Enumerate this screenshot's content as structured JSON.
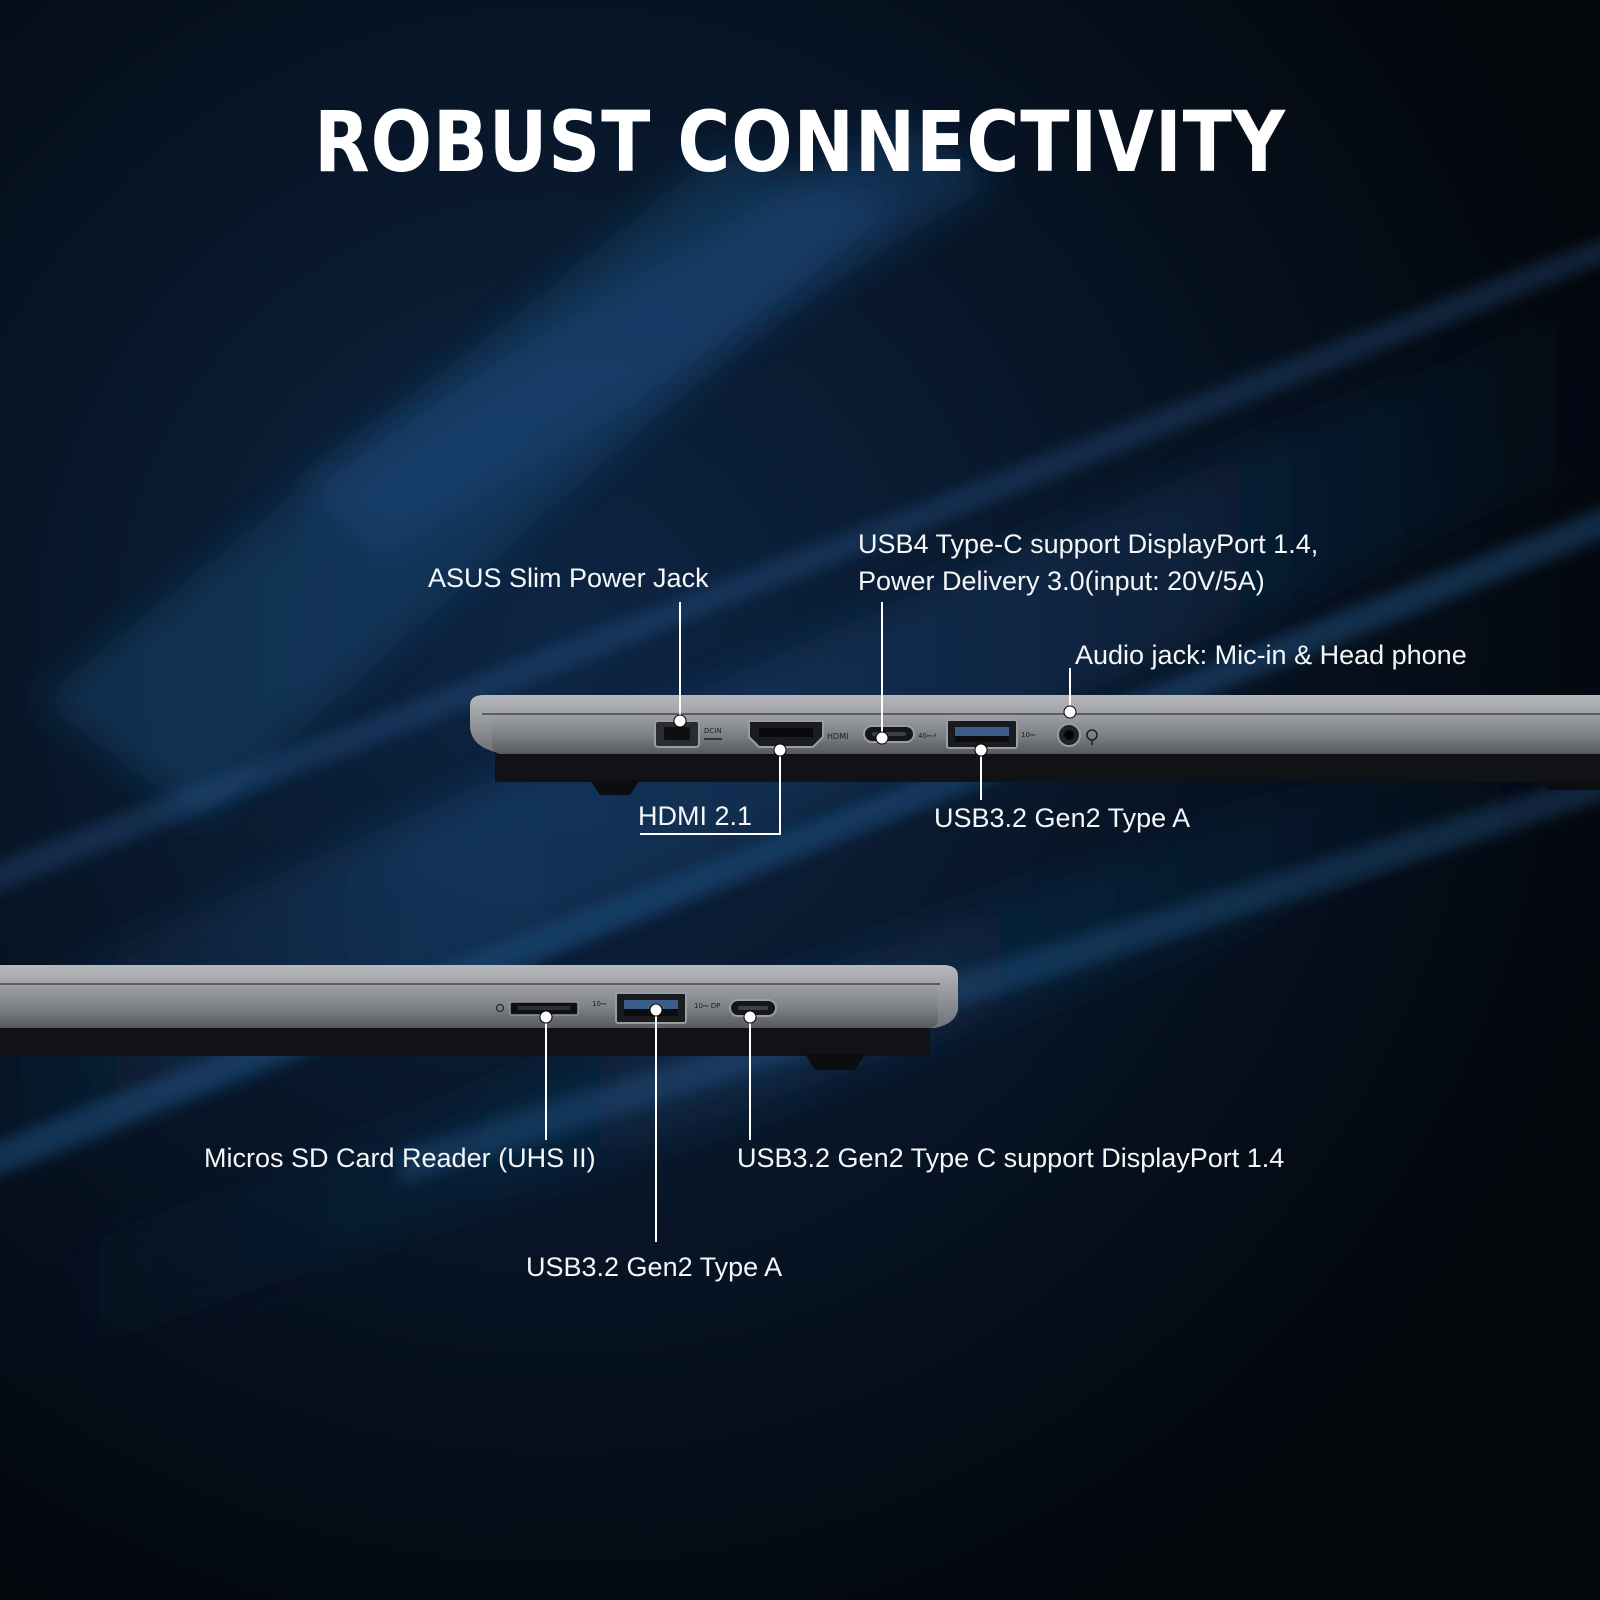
{
  "title": "ROBUST CONNECTIVITY",
  "colors": {
    "background": "#03060b",
    "streak_blue": "#1b4a78",
    "laptop_gray": "#8a8d92",
    "text": "#ffffff"
  },
  "top_side": {
    "ports": [
      {
        "name": "dc-power-port",
        "icon": "dc-in-icon",
        "marking": "DCIN"
      },
      {
        "name": "hdmi-port",
        "icon": "hdmi-icon",
        "marking": "HDMI"
      },
      {
        "name": "usb4-type-c-port",
        "icon": "usb-c-icon"
      },
      {
        "name": "usb-a-port",
        "icon": "usb-a-icon"
      },
      {
        "name": "audio-jack-port",
        "icon": "headset-icon"
      }
    ],
    "labels": {
      "power_jack": "ASUS Slim Power Jack",
      "usb4_line1": "USB4 Type-C support DisplayPort 1.4,",
      "usb4_line2": "Power Delivery 3.0(input: 20V/5A)",
      "audio": "Audio jack: Mic-in & Head phone",
      "hdmi": "HDMI 2.1",
      "usb_a": "USB3.2 Gen2 Type A"
    }
  },
  "bottom_side": {
    "ports": [
      {
        "name": "sd-card-slot",
        "icon": "sd-card-icon"
      },
      {
        "name": "usb-a-port",
        "icon": "usb-a-icon"
      },
      {
        "name": "usb-c-port",
        "icon": "usb-c-icon",
        "marking": "DP"
      }
    ],
    "labels": {
      "sd_reader": "Micros SD Card Reader (UHS II)",
      "usb_c": "USB3.2 Gen2 Type C support DisplayPort 1.4",
      "usb_a": "USB3.2 Gen2 Type A"
    }
  }
}
